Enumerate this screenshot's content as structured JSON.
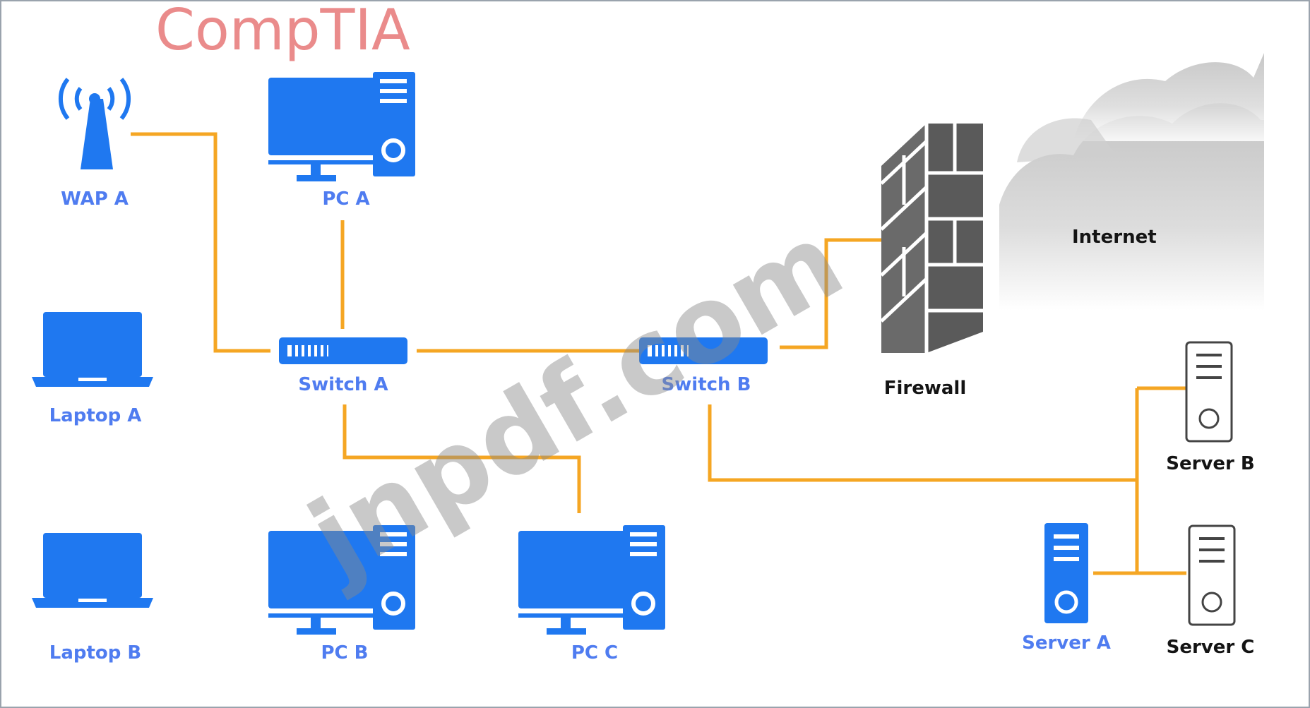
{
  "brand": "CompTIA",
  "watermark": "jnpdf.com",
  "colors": {
    "device": "#1f78f0",
    "link": "#f5a623",
    "label_blue": "#4f7cf0",
    "firewall": "#555555",
    "cloud": "#c8c8c8",
    "server_outline": "#444444"
  },
  "nodes": {
    "wap_a": {
      "label": "WAP A",
      "icon": "wireless-access-point-icon"
    },
    "pc_a": {
      "label": "PC A",
      "icon": "desktop-computer-icon"
    },
    "laptop_a": {
      "label": "Laptop A",
      "icon": "laptop-icon"
    },
    "laptop_b": {
      "label": "Laptop B",
      "icon": "laptop-icon"
    },
    "switch_a": {
      "label": "Switch A",
      "icon": "network-switch-icon"
    },
    "switch_b": {
      "label": "Switch B",
      "icon": "network-switch-icon"
    },
    "firewall": {
      "label": "Firewall",
      "icon": "firewall-brick-icon"
    },
    "internet": {
      "label": "Internet",
      "icon": "cloud-icon"
    },
    "pc_b": {
      "label": "PC B",
      "icon": "desktop-computer-icon"
    },
    "pc_c": {
      "label": "PC C",
      "icon": "desktop-computer-icon"
    },
    "server_a": {
      "label": "Server A",
      "icon": "server-tower-icon"
    },
    "server_b": {
      "label": "Server B",
      "icon": "server-tower-icon"
    },
    "server_c": {
      "label": "Server C",
      "icon": "server-tower-icon"
    }
  }
}
